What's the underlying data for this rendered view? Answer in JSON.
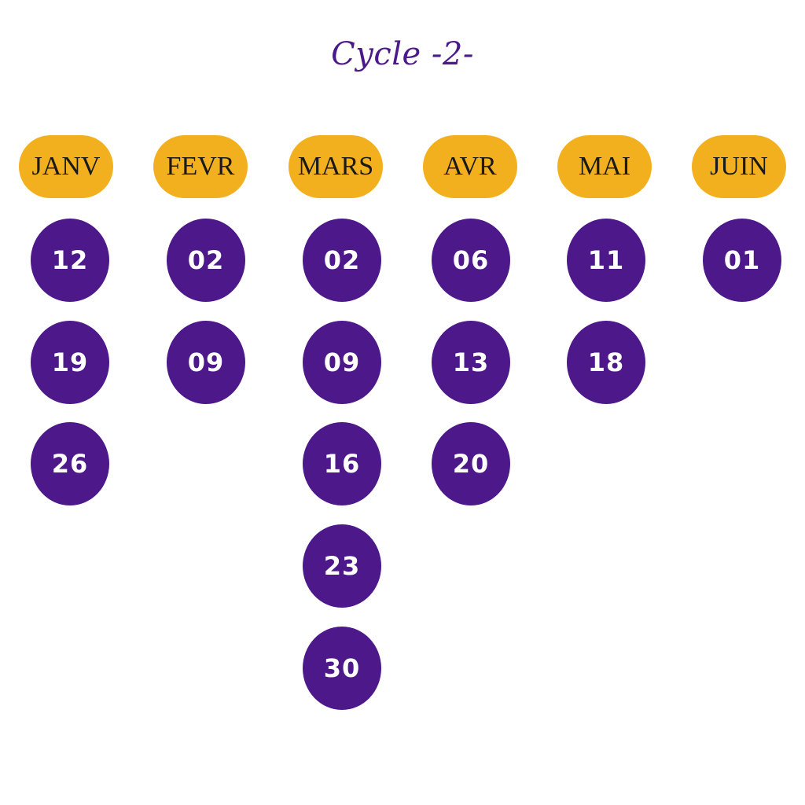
{
  "title": "Cycle -2-",
  "months": [
    {
      "label": "JANV",
      "days": [
        "12",
        "19",
        "26"
      ]
    },
    {
      "label": "FEVR",
      "days": [
        "02",
        "09"
      ]
    },
    {
      "label": "MARS",
      "days": [
        "02",
        "09",
        "16",
        "23",
        "30"
      ]
    },
    {
      "label": "AVR",
      "days": [
        "06",
        "13",
        "20"
      ]
    },
    {
      "label": "MAI",
      "days": [
        "11",
        "18"
      ]
    },
    {
      "label": "JUIN",
      "days": [
        "01"
      ]
    }
  ],
  "colors": {
    "title": "#4b1a8a",
    "month_pill": "#f2b01e",
    "day_dot": "#4d1889",
    "day_text": "#ffffff"
  }
}
